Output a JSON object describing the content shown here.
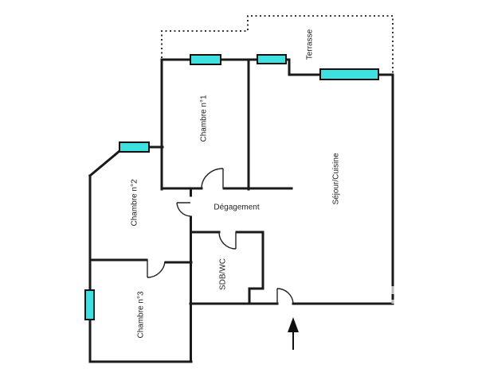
{
  "plan": {
    "type": "apartment-floor-plan",
    "rooms": {
      "chambre1": {
        "label": "Chambre n°1"
      },
      "chambre2": {
        "label": "Chambre n°2"
      },
      "chambre3": {
        "label": "Chambre n°3"
      },
      "degagement": {
        "label": "Dégagement"
      },
      "sdb_wc": {
        "label": "SDB/WC"
      },
      "sejour_cuisine": {
        "label": "Séjour/Cuisine"
      },
      "terrasse": {
        "label": "Terrasse"
      }
    },
    "window_count": 5,
    "door_count": 5,
    "icons": {
      "entrance_arrow": "up-arrow"
    },
    "colors": {
      "background": "#ffffff",
      "wall": "#1a1a1a",
      "window_fill": "#3fe0e0",
      "window_border": "#111111",
      "door_line": "#222222",
      "terrace_dotted": "#1a1a1a",
      "label_text": "#222222",
      "faded_wall": "#b8b8b8"
    }
  }
}
